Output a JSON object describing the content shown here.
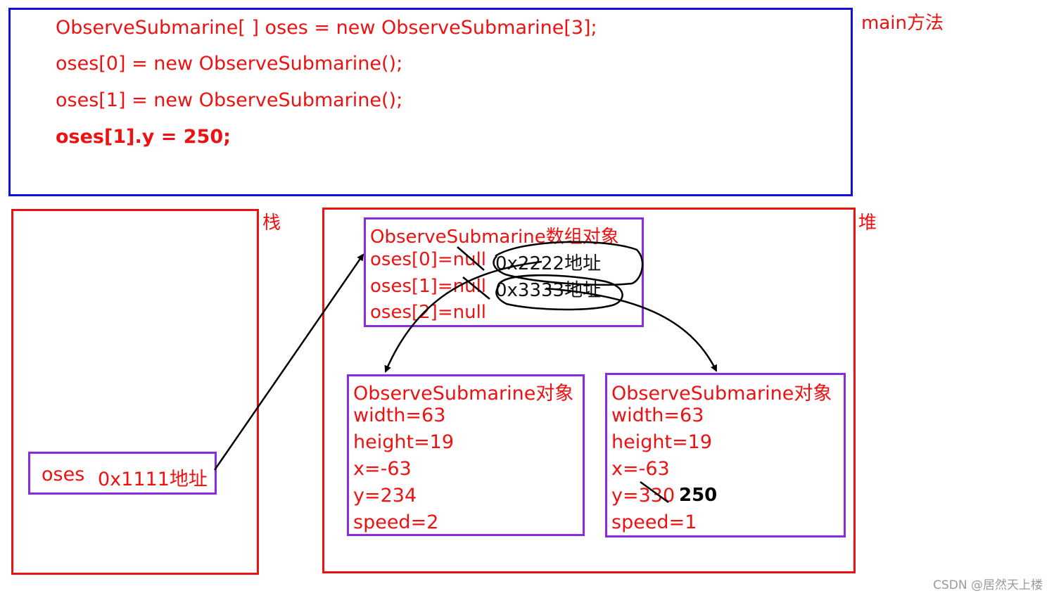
{
  "main_panel": {
    "label": "main方法",
    "code_lines": [
      "ObserveSubmarine[ ] oses = new ObserveSubmarine[3];",
      "oses[0] = new ObserveSubmarine();",
      "oses[1] = new ObserveSubmarine();",
      "oses[1].y = 250;"
    ]
  },
  "stack": {
    "label": "栈",
    "variable": {
      "name": "oses",
      "address": "0x1111地址"
    }
  },
  "heap": {
    "label": "堆",
    "array_object": {
      "title": "ObserveSubmarine数组对象",
      "elements": [
        {
          "text": "oses[0]=null",
          "new_value": "0x2222地址"
        },
        {
          "text": "oses[1]=null",
          "new_value": "0x3333地址"
        },
        {
          "text": "oses[2]=null"
        }
      ]
    },
    "objects": [
      {
        "title": "ObserveSubmarine对象",
        "fields": [
          "width=63",
          "height=19",
          "x=-63",
          "y=234",
          "speed=2"
        ]
      },
      {
        "title": "ObserveSubmarine对象",
        "fields": [
          "width=63",
          "height=19",
          "x=-63",
          "y=330",
          "speed=1"
        ],
        "updated_value": "250"
      }
    ]
  },
  "watermark": "CSDN @居然天上楼",
  "colors": {
    "main_border": "#1010e0",
    "region_border": "#ee1111",
    "object_border": "#8a2be2",
    "text_red": "#ee1111"
  }
}
